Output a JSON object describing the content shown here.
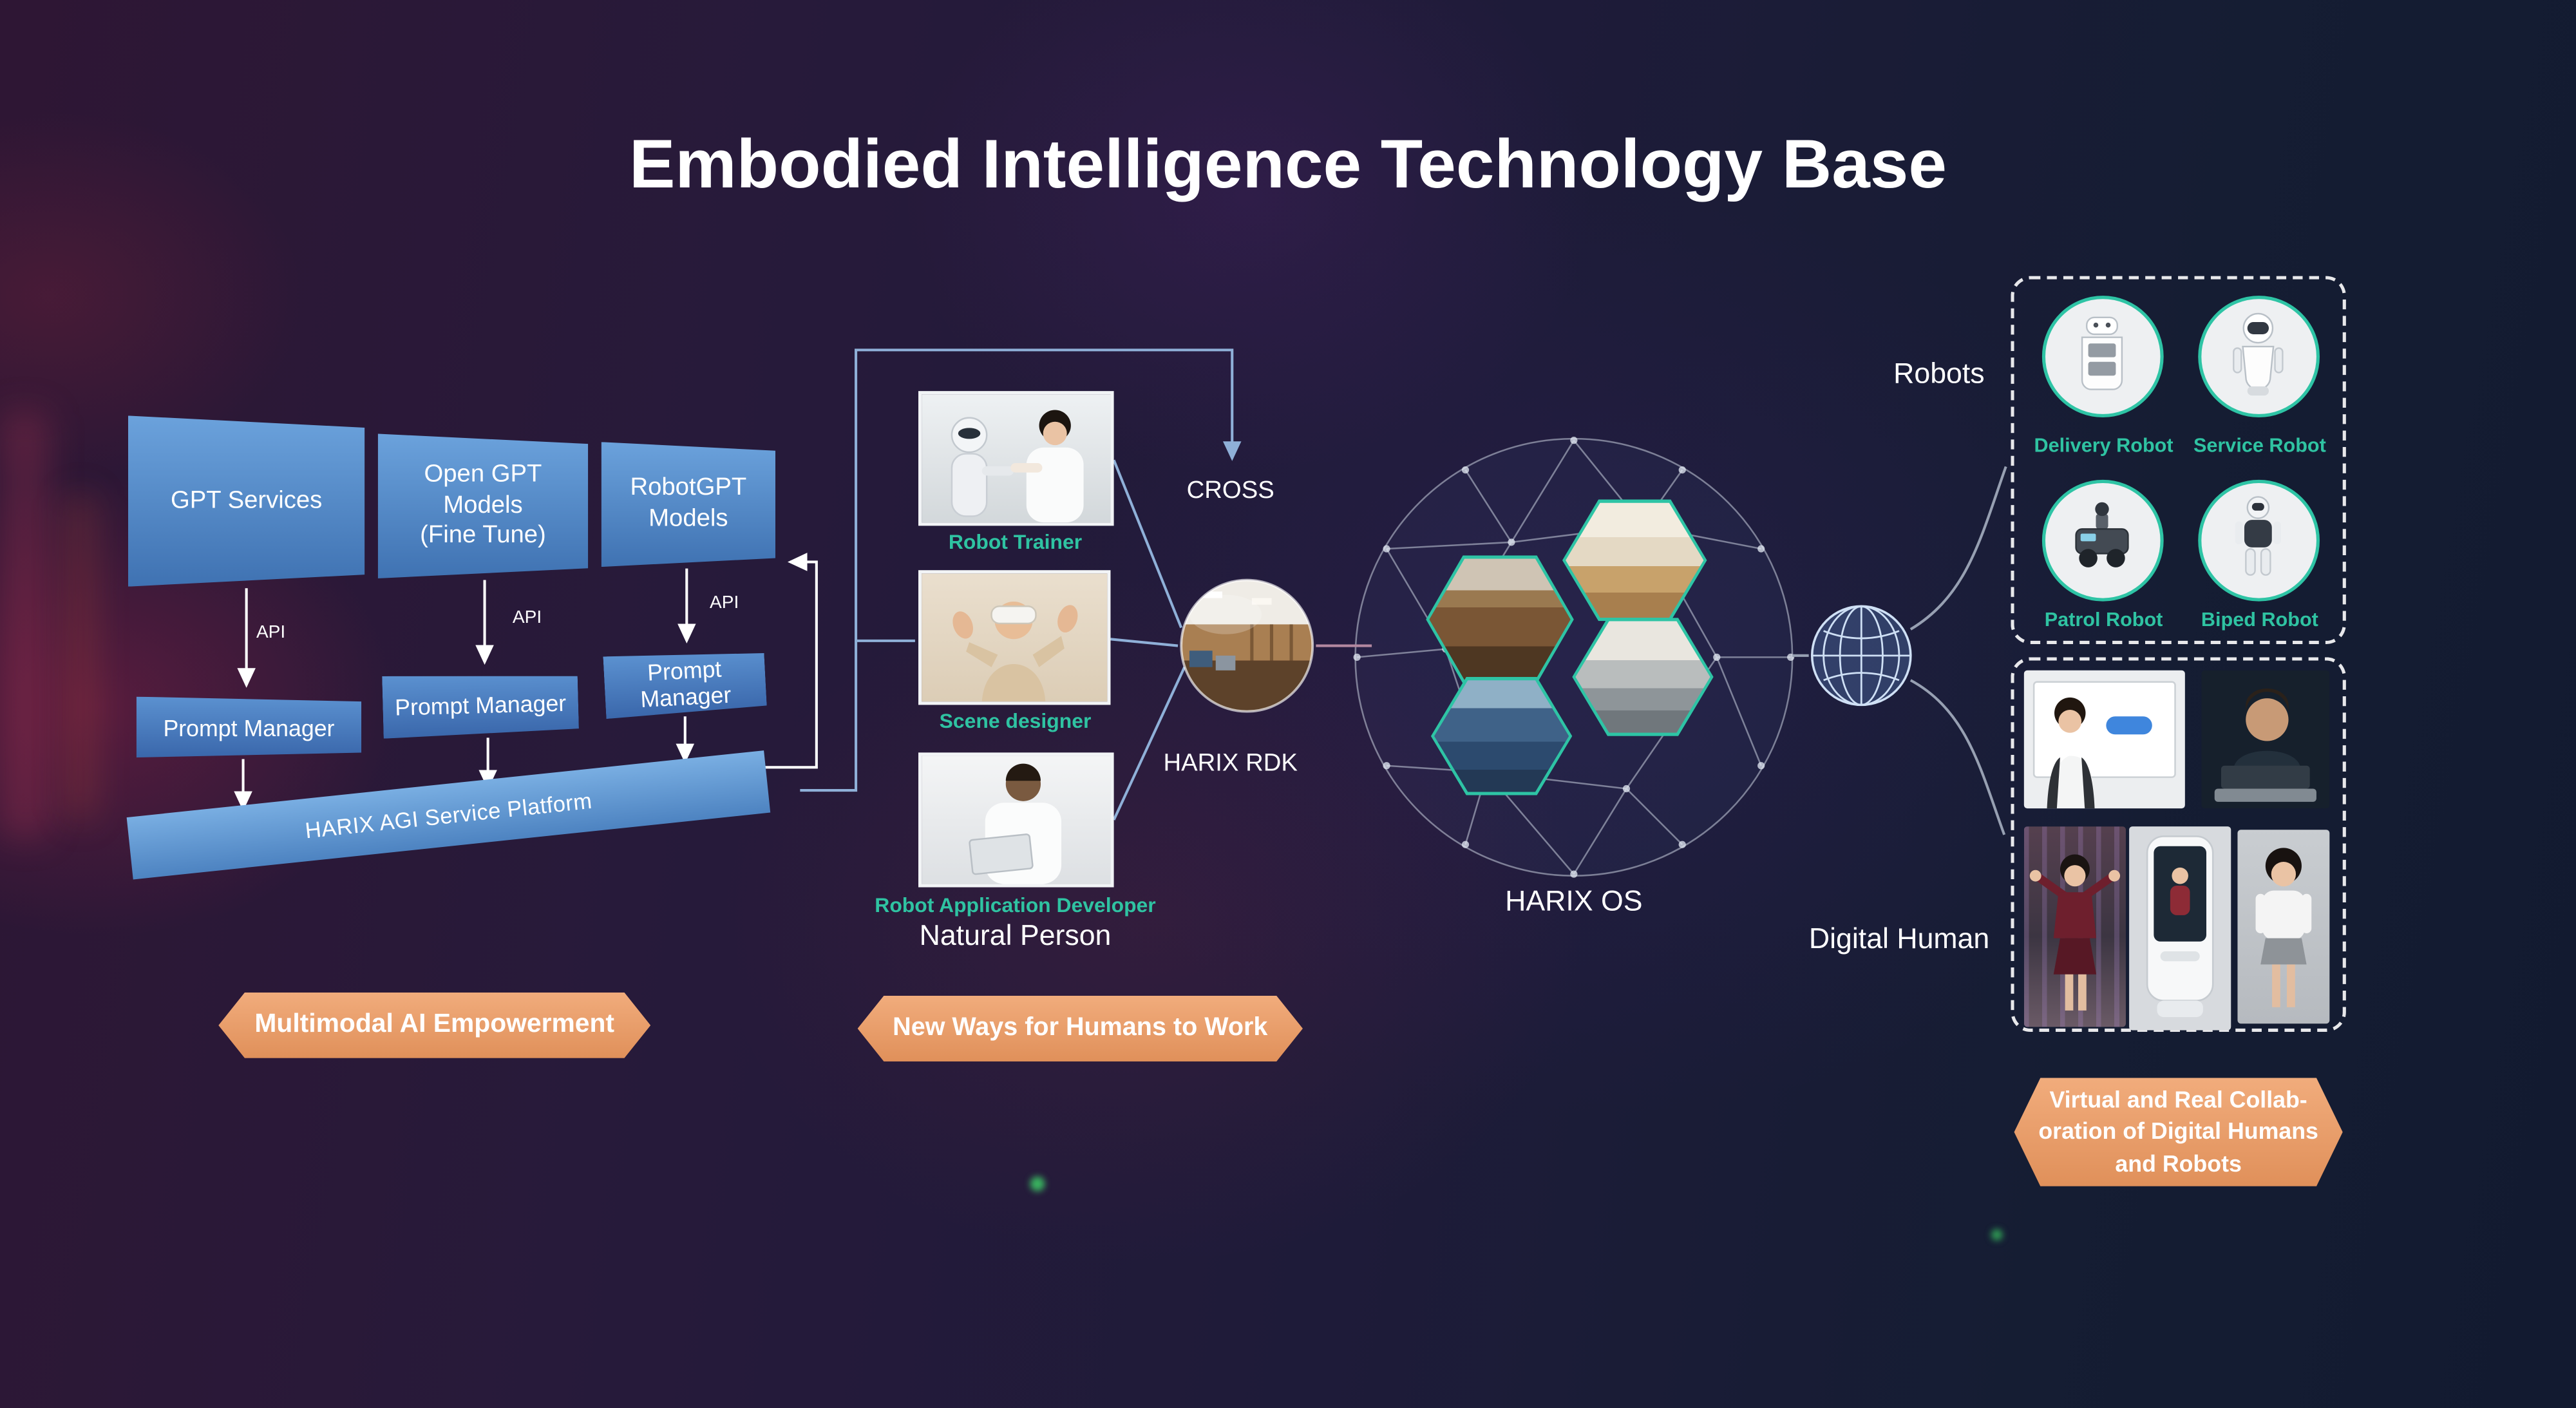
{
  "title": "Embodied Intelligence Technology Base",
  "left": {
    "boxes": [
      {
        "label": "GPT Services"
      },
      {
        "label_lines": [
          "Open GPT",
          "Models",
          "(Fine Tune)"
        ]
      },
      {
        "label": "RobotGPT Models"
      }
    ],
    "api_label": "API",
    "prompt_managers": [
      "Prompt Manager",
      "Prompt Manager",
      "Prompt Manager"
    ],
    "platform_label": "HARIX AGI Service Platform",
    "banner": "Multimodal AI Empowerment"
  },
  "middle": {
    "roles": [
      {
        "label": "Robot Trainer"
      },
      {
        "label": "Scene designer"
      },
      {
        "label": "Robot Application Developer"
      }
    ],
    "group_label": "Natural Person",
    "cross_label": "CROSS",
    "rdk_label": "HARIX RDK",
    "banner": "New Ways for Humans to Work"
  },
  "center": {
    "os_label": "HARIX OS"
  },
  "right": {
    "robots_title": "Robots",
    "robots": [
      {
        "label": "Delivery Robot"
      },
      {
        "label": "Service Robot"
      },
      {
        "label": "Patrol Robot"
      },
      {
        "label": "Biped Robot"
      }
    ],
    "digital_human_title": "Digital Human",
    "banner_lines": [
      "Virtual and Real Collab-",
      "oration of Digital Humans",
      "and Robots"
    ]
  },
  "colors": {
    "banner_orange": "#ec9f6d",
    "accent_teal": "#2ec4a5",
    "box_blue": "#4f86c6",
    "background_dark": "#1d1b36"
  }
}
